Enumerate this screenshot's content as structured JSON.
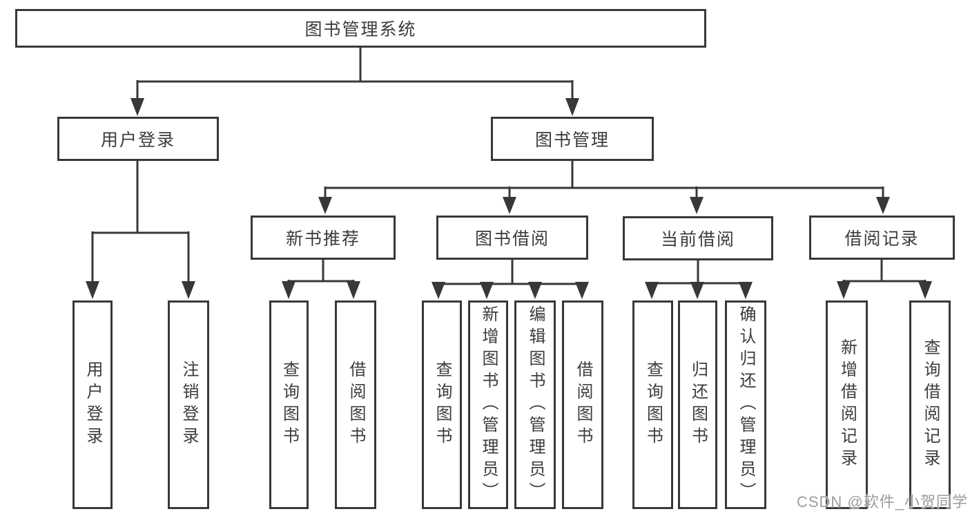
{
  "diagram": {
    "root": {
      "label": "图书管理系统"
    },
    "branches": [
      {
        "label": "用户登录",
        "children": [
          {
            "label": "用户登录"
          },
          {
            "label": "注销登录"
          }
        ]
      },
      {
        "label": "图书管理",
        "children": [
          {
            "label": "新书推荐",
            "children": [
              {
                "label": "查询图书"
              },
              {
                "label": "借阅图书"
              }
            ]
          },
          {
            "label": "图书借阅",
            "children": [
              {
                "label": "查询图书"
              },
              {
                "label": "新增图书（管理员）"
              },
              {
                "label": "编辑图书（管理员）"
              },
              {
                "label": "借阅图书"
              }
            ]
          },
          {
            "label": "当前借阅",
            "children": [
              {
                "label": "查询图书"
              },
              {
                "label": "归还图书"
              },
              {
                "label": "确认归还（管理员）"
              }
            ]
          },
          {
            "label": "借阅记录",
            "children": [
              {
                "label": "新增借阅记录"
              },
              {
                "label": "查询借阅记录"
              }
            ]
          }
        ]
      }
    ],
    "colors": {
      "line": "#383838",
      "text": "#3c3c3c",
      "watermark": "#9c9c9c",
      "background": "#ffffff"
    }
  },
  "watermark": {
    "text": "CSDN @软件_小贺同学"
  }
}
